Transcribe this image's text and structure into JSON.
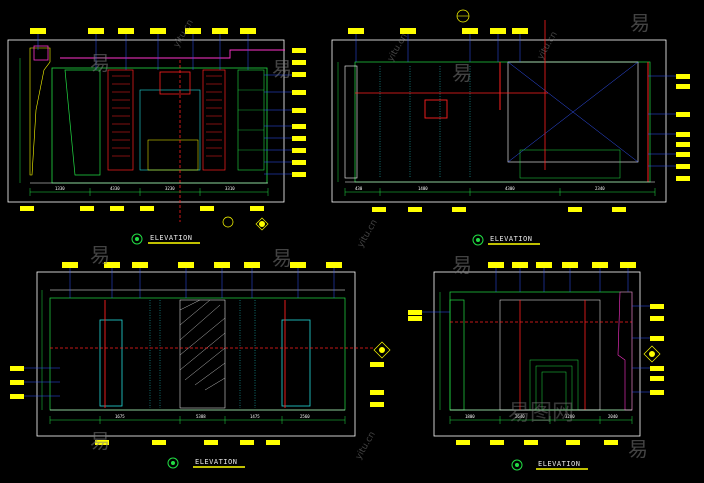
{
  "sheet": {
    "background": "#000000",
    "colors": {
      "frame": "#ffffff",
      "tag_fill": "#ffff00",
      "leader": "#3355ff",
      "accent_red": "#ff2020",
      "accent_green": "#22dd44",
      "accent_cyan": "#22dddd",
      "accent_magenta": "#ff33cc"
    }
  },
  "views": [
    {
      "id": "v1",
      "title": "ELEVATION",
      "badge_icon": "elevation-symbol-icon"
    },
    {
      "id": "v2",
      "title": "ELEVATION",
      "badge_icon": "elevation-symbol-icon"
    },
    {
      "id": "v3",
      "title": "ELEVATION",
      "badge_icon": "elevation-symbol-icon"
    },
    {
      "id": "v4",
      "title": "ELEVATION",
      "badge_icon": "elevation-symbol-icon"
    }
  ],
  "watermark": {
    "chars": [
      "易",
      "易",
      "易",
      "易",
      "易",
      "易",
      "易",
      "易",
      "易"
    ],
    "url": [
      "yitu.cn",
      "yitu.cn",
      "yitu.cn",
      "yitu.cn",
      "yitu.cn"
    ],
    "brand": "易图网"
  },
  "dims": {
    "v1": [
      "1330",
      "4330",
      "3230",
      "3310"
    ],
    "v2": [
      "430",
      "1400",
      "4300",
      "2340"
    ],
    "v3": [
      "1675",
      "5388",
      "1475",
      "2560"
    ],
    "v4": [
      "1800",
      "2640",
      "3280",
      "2040"
    ]
  }
}
